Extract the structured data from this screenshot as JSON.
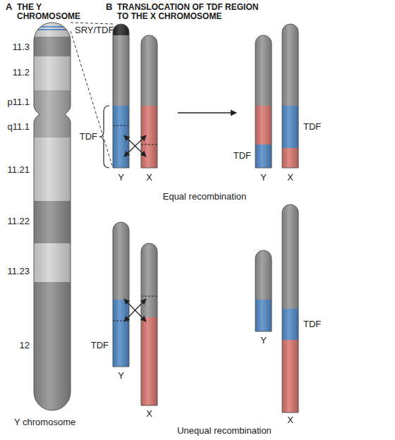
{
  "diagram": {
    "labels": [
      "A",
      "THE Y CHROMOSOME",
      "B",
      "TRANSLOCATION OF TDF REGION TO THE X CHROMOSOME",
      "SRY/TDF",
      "11.3",
      "11.2",
      "p11.1",
      "q11.1",
      "11.21",
      "11.22",
      "11.23",
      "12",
      "Y chromosome",
      "TDF",
      "Y",
      "X",
      "Y",
      "TDF",
      "X",
      "TDF",
      "Equal recombination",
      "TDF",
      "Y",
      "X",
      "Y",
      "X",
      "TDF",
      "Unequal recombination"
    ]
  }
}
